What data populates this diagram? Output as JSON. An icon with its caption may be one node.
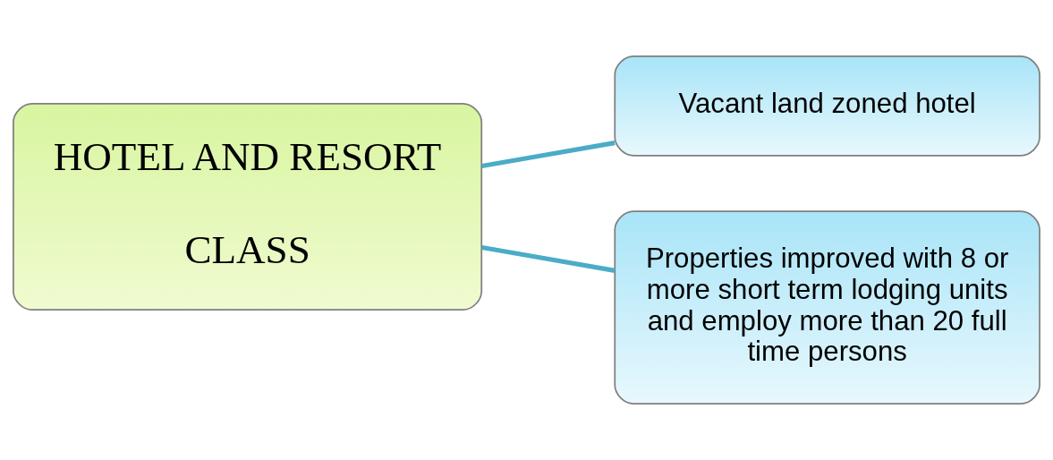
{
  "diagram": {
    "nodes": [
      {
        "text": [
          "HOTEL AND RESORT",
          "CLASS"
        ]
      },
      {
        "text": [
          "Vacant land zoned hotel"
        ]
      },
      {
        "text": [
          "Properties improved with 8 or more short term lodging units and employ more than 20 full time persons"
        ]
      }
    ],
    "edges": [
      {
        "from": 0,
        "to": 1,
        "arrow": "none"
      },
      {
        "from": 0,
        "to": 2,
        "arrow": "none"
      }
    ]
  }
}
